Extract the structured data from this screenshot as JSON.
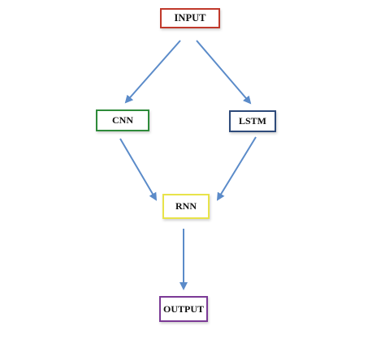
{
  "nodes": {
    "input": {
      "label": "INPUT",
      "border_color": "#c0392b"
    },
    "cnn": {
      "label": "CNN",
      "border_color": "#2e8b3a"
    },
    "lstm": {
      "label": "LSTM",
      "border_color": "#2e4a7a"
    },
    "rnn": {
      "label": "RNN",
      "border_color": "#e8e34a"
    },
    "output": {
      "label": "OUTPUT",
      "border_color": "#7b3a96"
    }
  },
  "edges": [
    {
      "from": "input",
      "to": "cnn"
    },
    {
      "from": "input",
      "to": "lstm"
    },
    {
      "from": "cnn",
      "to": "rnn"
    },
    {
      "from": "lstm",
      "to": "rnn"
    },
    {
      "from": "rnn",
      "to": "output"
    }
  ],
  "arrow_color": "#5b8bc9"
}
